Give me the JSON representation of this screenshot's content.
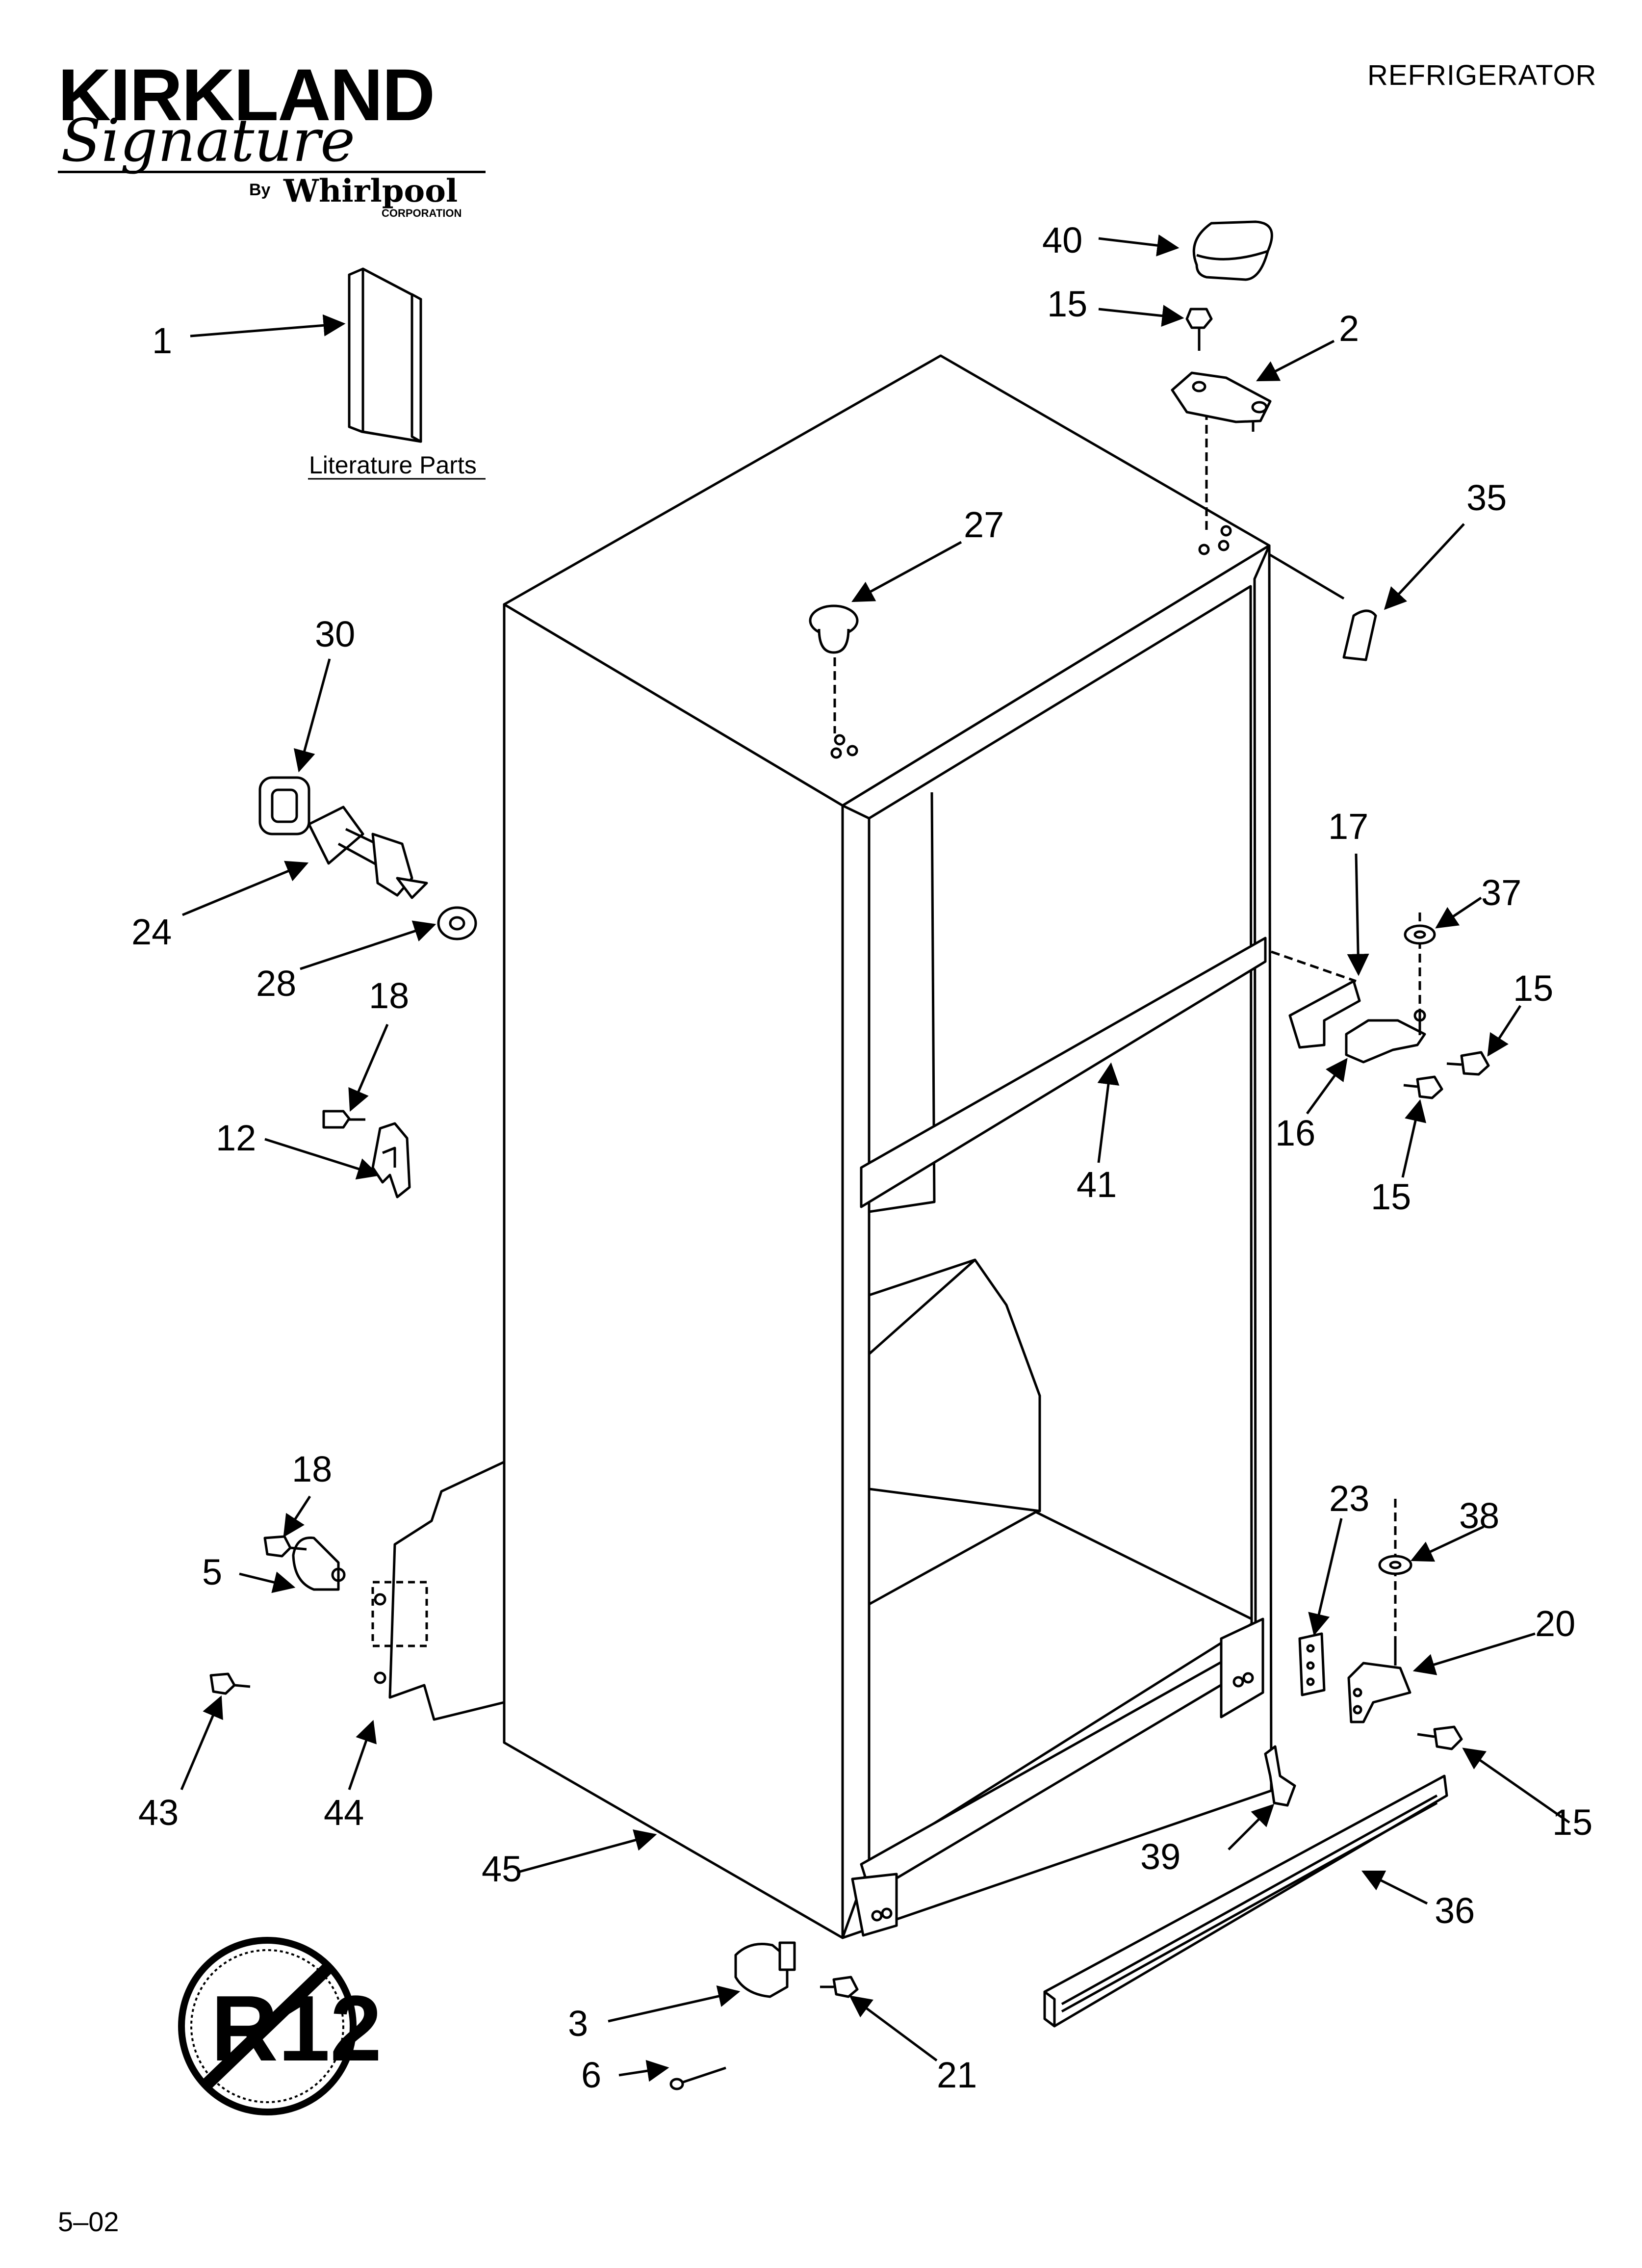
{
  "header": {
    "title": "REFRIGERATOR"
  },
  "logo": {
    "brand": "KIRKLAND",
    "script": "Signature",
    "by": "By",
    "maker": "Whirlpool",
    "maker_suffix": "CORPORATION"
  },
  "literature_label": "Literature Parts",
  "badge": {
    "text": "R12"
  },
  "footer": {
    "code": "5–02"
  },
  "callouts": {
    "c1": "1",
    "c2": "2",
    "c3": "3",
    "c5": "5",
    "c6": "6",
    "c12": "12",
    "c15_top": "15",
    "c15_r1": "15",
    "c15_r2": "15",
    "c15_bot": "15",
    "c16": "16",
    "c17": "17",
    "c18_a": "18",
    "c18_b": "18",
    "c20": "20",
    "c21": "21",
    "c23": "23",
    "c24": "24",
    "c27": "27",
    "c28": "28",
    "c30": "30",
    "c35": "35",
    "c36": "36",
    "c37": "37",
    "c38": "38",
    "c39": "39",
    "c40": "40",
    "c41": "41",
    "c43": "43",
    "c44": "44",
    "c45": "45"
  }
}
